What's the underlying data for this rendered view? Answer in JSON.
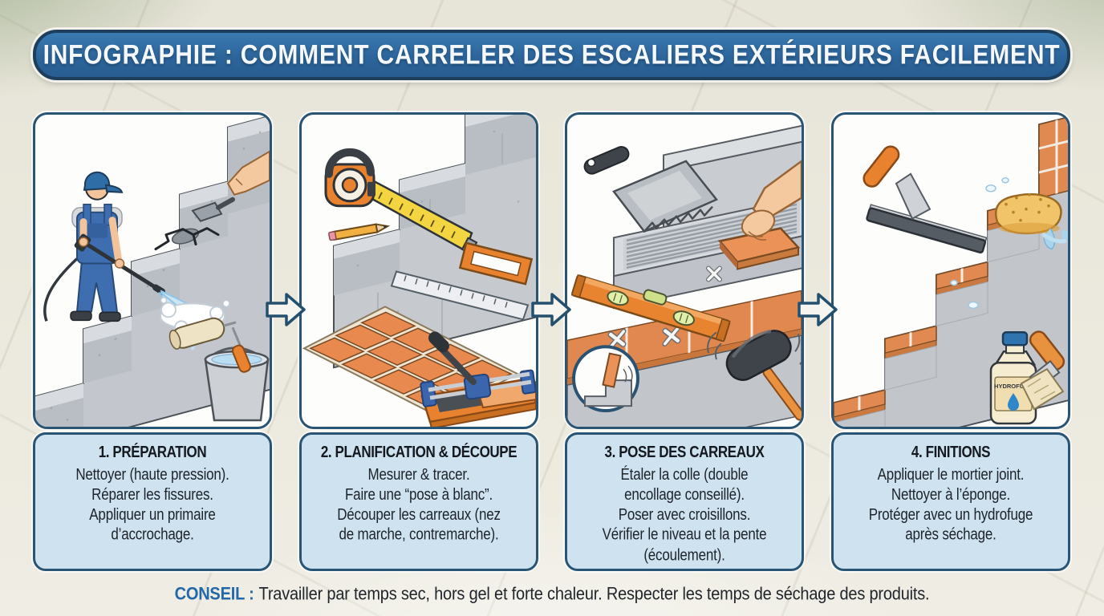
{
  "title": "INFOGRAPHIE : COMMENT CARRELER DES ESCALIERS EXTÉRIEURS FACILEMENT",
  "colors": {
    "banner_fill": "#2F6DA6",
    "border_navy": "#2A5474",
    "panel_bg": "#FDFDFC",
    "textbox_bg": "#CFE2EF",
    "heading_text": "#14191F",
    "body_text": "#1D232A",
    "accent_blue": "#2368A8",
    "tile_orange": "#E8894F",
    "concrete_gray": "#C6CACF"
  },
  "steps": [
    {
      "heading": "1. PRÉPARATION",
      "body": "Nettoyer (haute pression).\nRéparer les fissures.\nAppliquer un primaire\nd’accrochage.",
      "illustrations": [
        "concrete-stairs",
        "worker-pressure-washing",
        "crack-repair-hand-trowel",
        "paint-roller",
        "primer-bucket"
      ]
    },
    {
      "heading": "2. PLANIFICATION & DÉCOUPE",
      "body": "Mesurer & tracer.\nFaire une “pose à blanc”.\nDécouper les carreaux (nez\nde marche, contremarche).",
      "illustrations": [
        "tape-measure",
        "pencil",
        "ruler",
        "set-square",
        "dry-laid-tiles",
        "manual-tile-cutter"
      ]
    },
    {
      "heading": "3. POSE DES CARREAUX",
      "body": "Étaler la colle (double\nencollage conseillé).\nPoser avec croisillons.\nVérifier le niveau et la pente\n(écoulement).",
      "illustrations": [
        "notched-trowel",
        "adhesive-ridges",
        "hand-placing-tile",
        "spirit-level",
        "tile-spacers",
        "rubber-mallet",
        "slope-inset-diagram"
      ]
    },
    {
      "heading": "4. FINITIONS",
      "body": "Appliquer le mortier joint.\nNettoyer à l’éponge.\nProtéger avec un hydrofuge\naprès séchage.",
      "bottle_label": "HYDROFUGE",
      "illustrations": [
        "tiled-stairs",
        "grout-squeegee",
        "sponge",
        "water-drops",
        "hydrofuge-bottle",
        "paint-brush"
      ]
    }
  ],
  "arrow_icon": "right-arrow",
  "footer": {
    "label": "CONSEIL :",
    "text": "Travailler par temps sec, hors gel et forte chaleur. Respecter les temps de séchage des produits."
  }
}
